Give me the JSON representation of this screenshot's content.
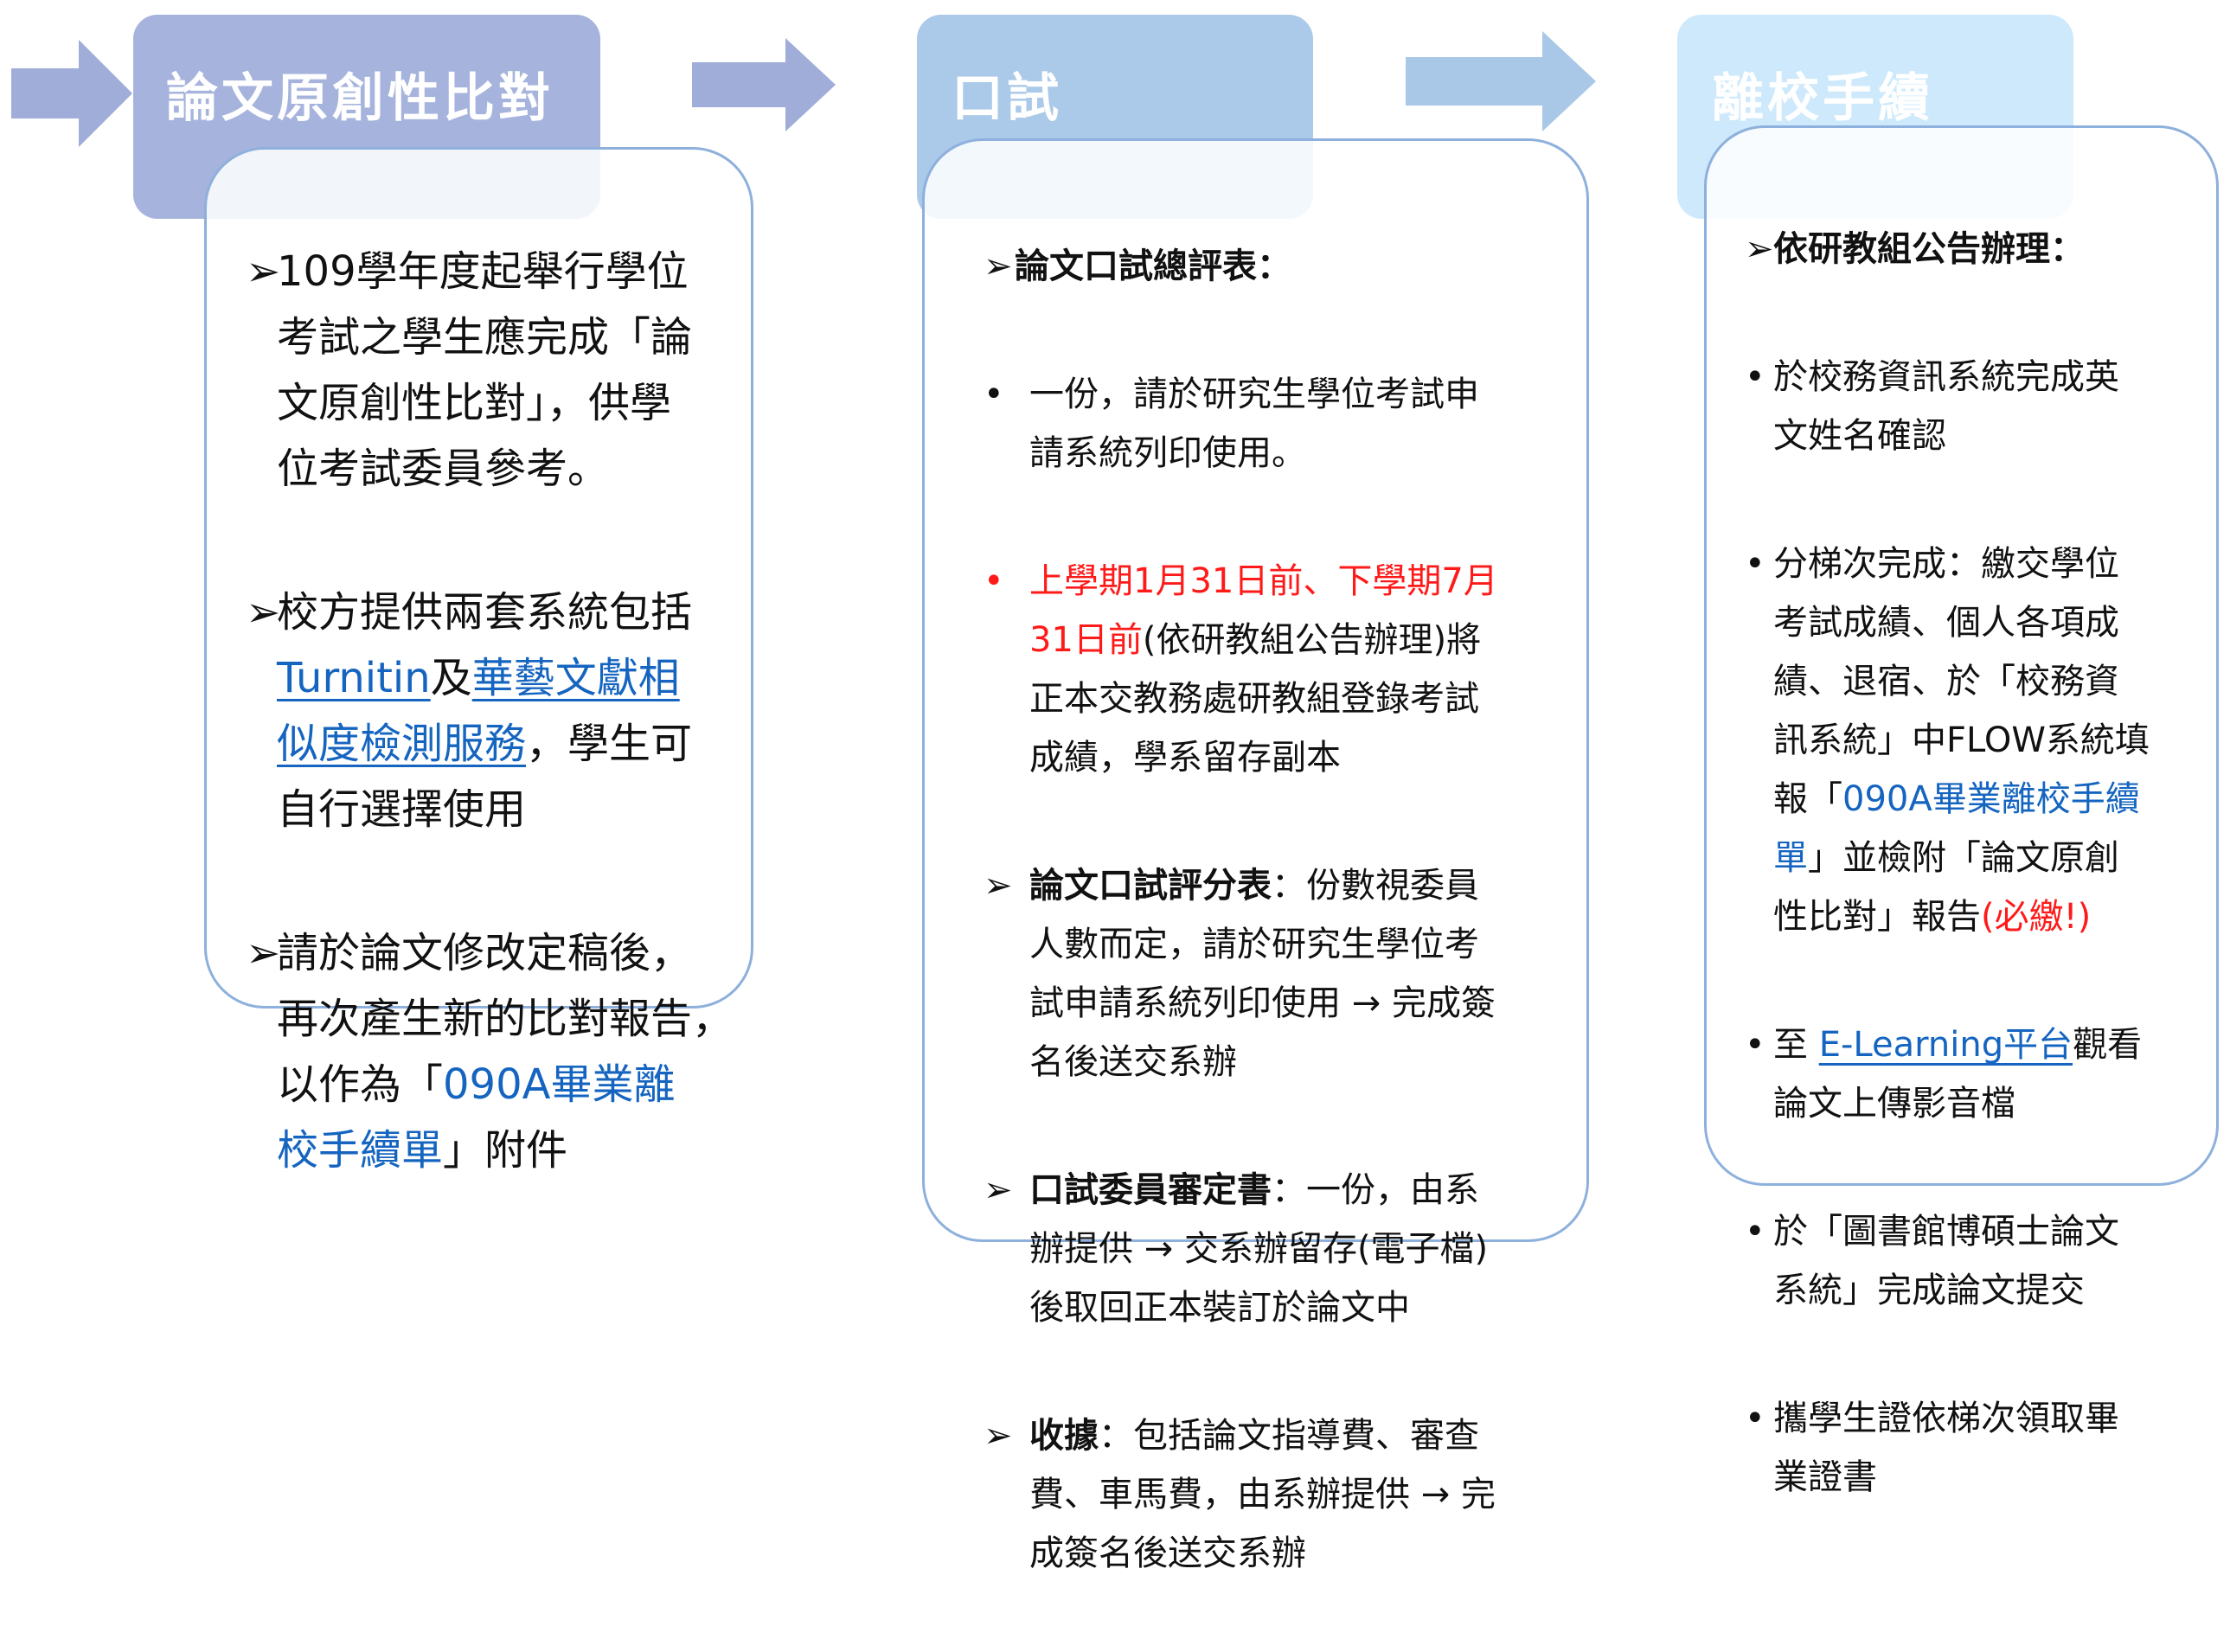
{
  "colors": {
    "step1": "#a6b4dd",
    "step2": "#abc9e8",
    "step3": "#cde9fb",
    "link": "#1565c0",
    "alert": "#ff1a1a"
  },
  "icons": {
    "flow_arrow": "right-arrow-icon",
    "arrow_bullet": "➢",
    "dot_bullet": "•"
  },
  "step1": {
    "title": "論文原創性比對",
    "items": [
      {
        "text": "109學年度起舉行學位\n考試之學生應完成「論\n文原創性比對」，供學\n位考試委員參考。"
      },
      {
        "t1": "校方提供兩套系統包括\n",
        "link1": "Turnitin",
        "t2": "及",
        "link2": "華藝文獻相\n似度檢測服務",
        "t3": "，學生可\n自行選擇使用"
      },
      {
        "t1": "請於論文修改定稿後，\n再次產生新的比對報告，\n以作為「",
        "link": "090A畢業離\n校手續單",
        "t2": "」附件"
      }
    ]
  },
  "step2": {
    "title": "口試",
    "heading": "論文口試總評表：",
    "bullets": [
      {
        "text": "一份，請於研究生學位考試申\n請系統列印使用。"
      },
      {
        "red": "上學期1月31日前、下學期7月\n31日前",
        "text": "(依研教組公告辦理)將\n正本交教務處研教組登錄考試\n成績，學系留存副本"
      }
    ],
    "items": [
      {
        "bold": "論文口試評分表",
        "text": "：份數視委員\n人數而定，請於研究生學位考\n試申請系統列印使用 → 完成簽\n名後送交系辦"
      },
      {
        "bold": "口試委員審定書",
        "text": "：一份，由系\n辦提供 → 交系辦留存(電子檔)\n後取回正本裝訂於論文中"
      },
      {
        "bold": "收據",
        "text": "：包括論文指導費、審查\n費、車馬費，由系辦提供 → 完\n成簽名後送交系辦"
      }
    ]
  },
  "step3": {
    "title": "離校手續",
    "heading": "依研教組公告辦理：",
    "bullets": [
      {
        "text": " 於校務資訊系統完成英\n文姓名確認"
      },
      {
        "t1": " 分梯次完成：繳交學位\n考試成績、個人各項成\n績、退宿、於「校務資\n訊系統」中FLOW系統填\n報「",
        "link": "090A畢業離校手續\n單",
        "t2": "」並檢附「論文原創\n性比對」報告",
        "red": "(必繳!)"
      },
      {
        "t1": "至 ",
        "link": "E-Learning平台",
        "t2": "觀看\n論文上傳影音檔"
      },
      {
        "text": "於「圖書館博碩士論文\n系統」完成論文提交"
      },
      {
        "text": "攜學生證依梯次領取畢\n業證書"
      }
    ]
  }
}
